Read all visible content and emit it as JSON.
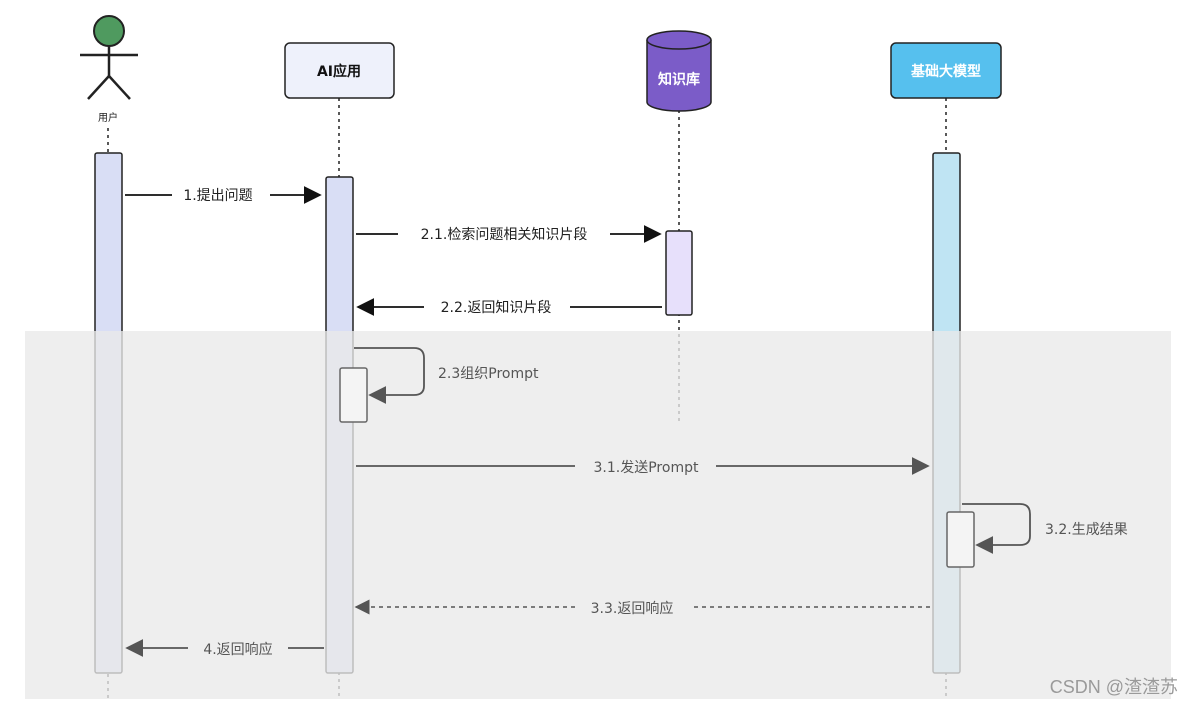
{
  "participants": {
    "user": "用户",
    "ai_app": "AI应用",
    "knowledge_base": "知识库",
    "llm": "基础大模型"
  },
  "messages": {
    "m1": "1.提出问题",
    "m2_1": "2.1.检索问题相关知识片段",
    "m2_2": "2.2.返回知识片段",
    "m2_3": "2.3组织Prompt",
    "m3_1": "3.1.发送Prompt",
    "m3_2": "3.2.生成结果",
    "m3_3": "3.3.返回响应",
    "m4": "4.返回响应"
  },
  "watermark": "CSDN @渣渣苏",
  "colors": {
    "actor_head": "#4f9a5f",
    "ai_app_box": "#eef1fb",
    "knowledge_base": "#7b5cc8",
    "llm_box": "#56c0ee",
    "user_activation": "#d9def5",
    "ai_activation": "#d9def5",
    "kb_activation": "#e7e0fb",
    "llm_activation": "#bfe4f3",
    "gray_band": "#eeeeee"
  }
}
